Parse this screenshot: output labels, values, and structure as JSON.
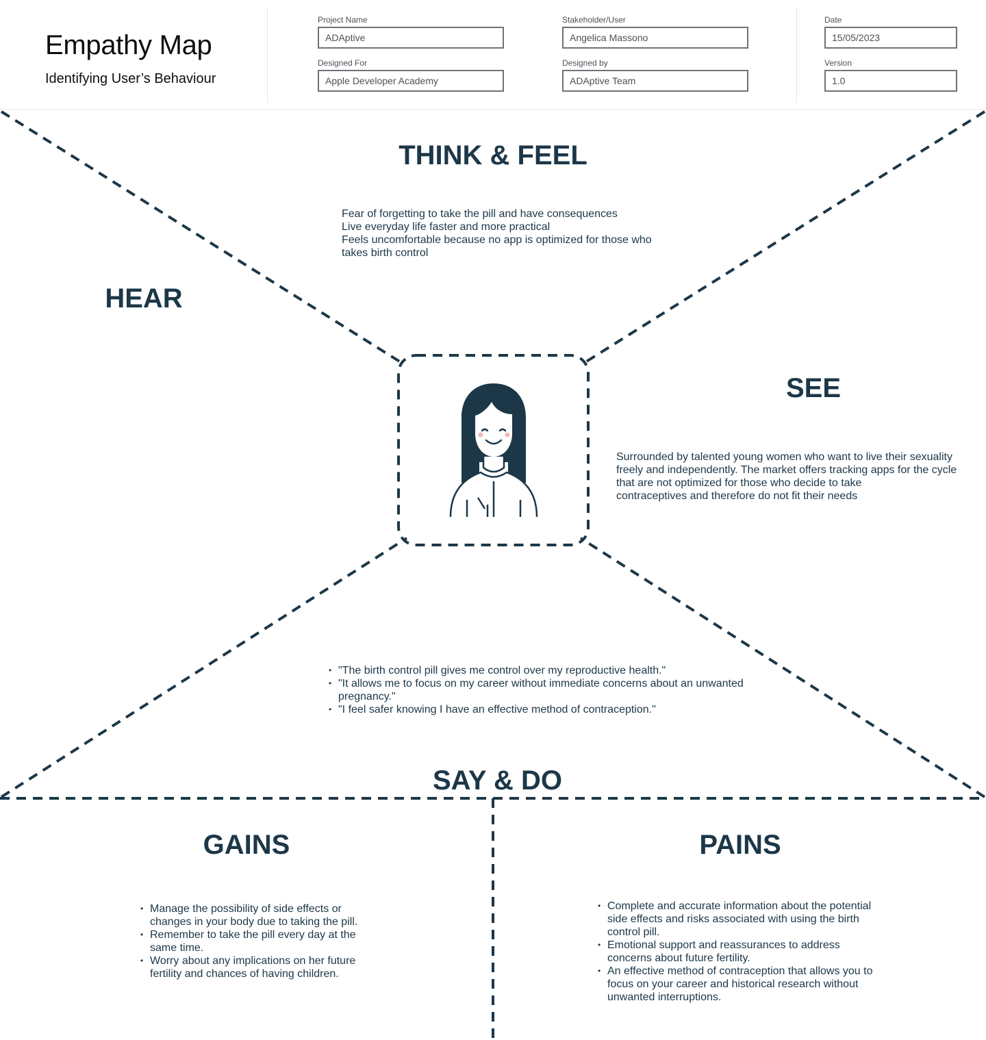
{
  "header": {
    "title": "Empathy Map",
    "subtitle": "Identifying User’s Behaviour",
    "fields": {
      "project_name": {
        "label": "Project Name",
        "value": "ADAptive"
      },
      "designed_for": {
        "label": "Designed For",
        "value": "Apple Developer Academy"
      },
      "stakeholder": {
        "label": "Stakeholder/User",
        "value": "Angelica Massono"
      },
      "designed_by": {
        "label": "Designed by",
        "value": "ADAptive Team"
      },
      "date": {
        "label": "Date",
        "value": "15/05/2023"
      },
      "version": {
        "label": "Version",
        "value": "1.0"
      }
    }
  },
  "colors": {
    "ink": "#1c3748",
    "field_border": "#6e7378",
    "cheek": "#f2b8b5"
  },
  "sections": {
    "think_feel": {
      "title": "THINK & FEEL",
      "lines": [
        "Fear of forgetting to take the pill and have consequences",
        "Live everyday life faster and more practical",
        "Feels uncomfortable because no app is optimized for those who",
        "takes birth control"
      ]
    },
    "hear": {
      "title": "HEAR"
    },
    "see": {
      "title": "SEE",
      "lines": [
        "Surrounded by talented young women who want to live their sexuality",
        "freely and independently. The market offers tracking apps for the cycle",
        "that are not optimized for those who decide to take",
        "contraceptives and therefore do not fit their needs"
      ]
    },
    "say_do": {
      "title": "SAY & DO",
      "items": [
        "\"The birth control pill gives me control over my reproductive health.\"",
        "\"It allows me to focus on my career without immediate concerns about an unwanted pregnancy.\"",
        "\"I feel safer knowing I have an effective method of contraception.\""
      ]
    },
    "gains": {
      "title": "GAINS",
      "items": [
        "Manage the possibility of side effects or changes in your body due to taking the pill.",
        "Remember to take the pill every day at the same time.",
        "Worry about any implications on her future fertility and chances of having children."
      ]
    },
    "pains": {
      "title": "PAINS",
      "items": [
        "Complete and accurate information about the potential side effects and risks associated with using the birth control pill.",
        "Emotional support and reassurances to address concerns about future fertility.",
        "An effective method of contraception that allows you to focus on your career and historical research without unwanted interruptions."
      ]
    }
  },
  "avatar": {
    "icon": "woman-avatar-icon"
  }
}
